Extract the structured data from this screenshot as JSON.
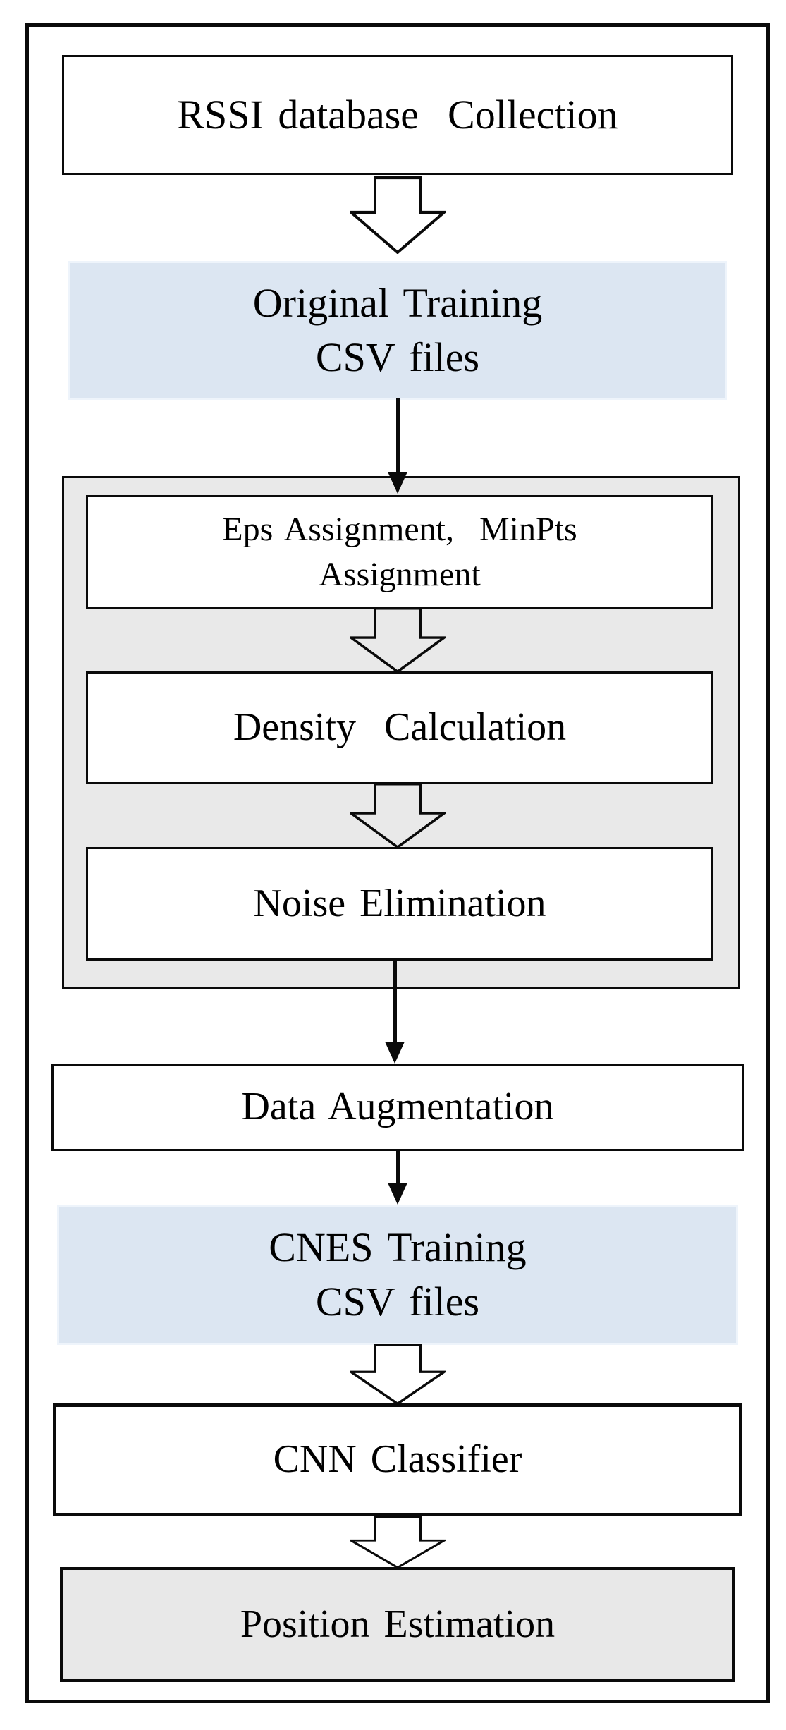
{
  "diagram_title": "RSSI CNN positioning workflow flowchart",
  "nodes": {
    "rssi": {
      "label": "RSSI database  Collection",
      "type": "process"
    },
    "original_csv": {
      "label": "Original Training\nCSV files",
      "type": "data"
    },
    "eps": {
      "label": "Eps Assignment,  MinPts\nAssignment",
      "type": "process"
    },
    "density": {
      "label": "Density  Calculation",
      "type": "process"
    },
    "noise": {
      "label": "Noise Elimination",
      "type": "process"
    },
    "augmentation": {
      "label": "Data Augmentation",
      "type": "process"
    },
    "cnes_csv": {
      "label": "CNES Training\nCSV files",
      "type": "data"
    },
    "cnn": {
      "label": "CNN Classifier",
      "type": "process"
    },
    "position": {
      "label": "Position Estimation",
      "type": "result"
    }
  },
  "edges": [
    {
      "from": "rssi",
      "to": "original_csv",
      "style": "hollow-arrow"
    },
    {
      "from": "original_csv",
      "to": "eps",
      "style": "solid-arrow"
    },
    {
      "from": "eps",
      "to": "density",
      "style": "hollow-arrow"
    },
    {
      "from": "density",
      "to": "noise",
      "style": "hollow-arrow"
    },
    {
      "from": "noise",
      "to": "augmentation",
      "style": "solid-arrow"
    },
    {
      "from": "augmentation",
      "to": "cnes_csv",
      "style": "solid-arrow"
    },
    {
      "from": "cnes_csv",
      "to": "cnn",
      "style": "hollow-arrow"
    },
    {
      "from": "cnn",
      "to": "position",
      "style": "hollow-arrow"
    }
  ],
  "colors": {
    "data_fill": "#dce6f2",
    "group_fill": "#e9e9e9",
    "result_fill": "#e8e8e8",
    "border": "#0a0a0a"
  }
}
